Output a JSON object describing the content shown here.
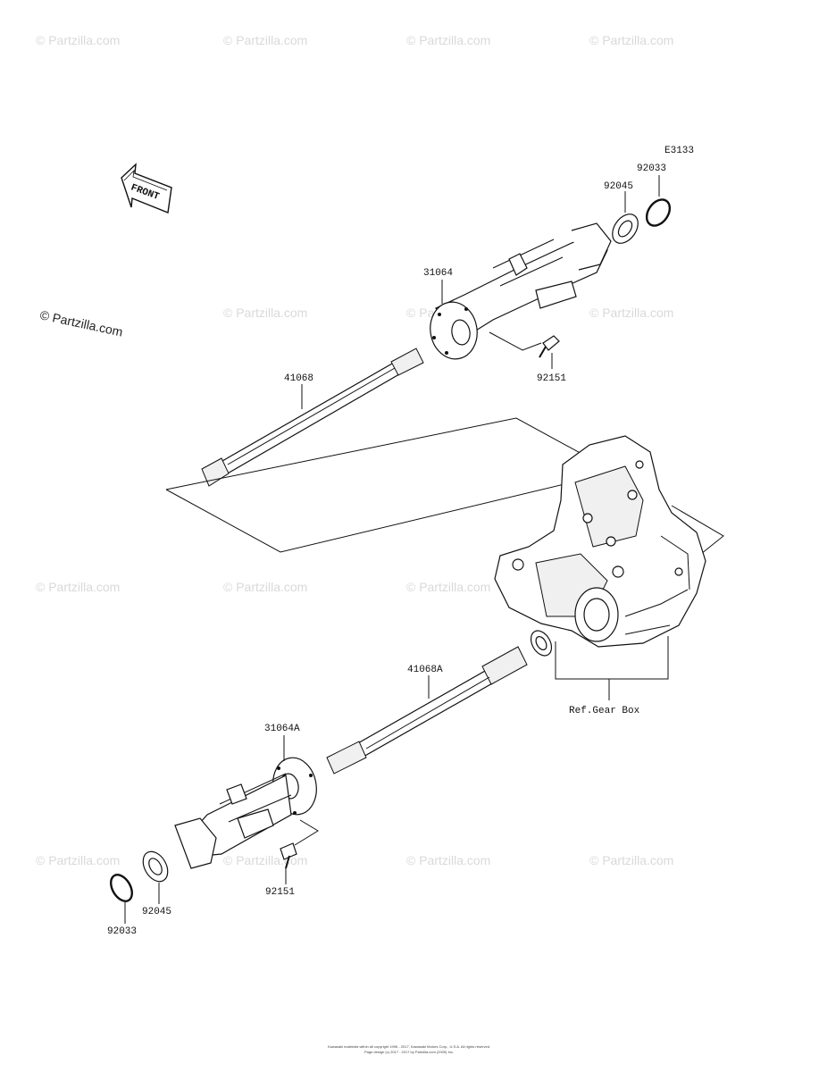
{
  "diagram_code": "E3133",
  "front_label": "FRONT",
  "labels": {
    "ring_top": "92033",
    "seal_top": "92045",
    "housing_top": "31064",
    "bolt_top": "92151",
    "shaft_top": "41068",
    "shaft_bottom": "41068A",
    "ref": "Ref.Gear Box",
    "housing_bottom": "31064A",
    "bolt_bottom": "92151",
    "seal_bottom": "92045",
    "ring_bottom": "92033"
  },
  "watermark": {
    "faint": "© Partzilla.com",
    "dark": "© Partzilla.com"
  },
  "footer": {
    "line1": "Kawasaki materials within all copyright 1996 - 2017, Kawasaki Motors Corp., U.S.A. All rights reserved.",
    "line2": "Page design (c) 2017 - 2017 by Partzilla.com (2005) Inc."
  }
}
